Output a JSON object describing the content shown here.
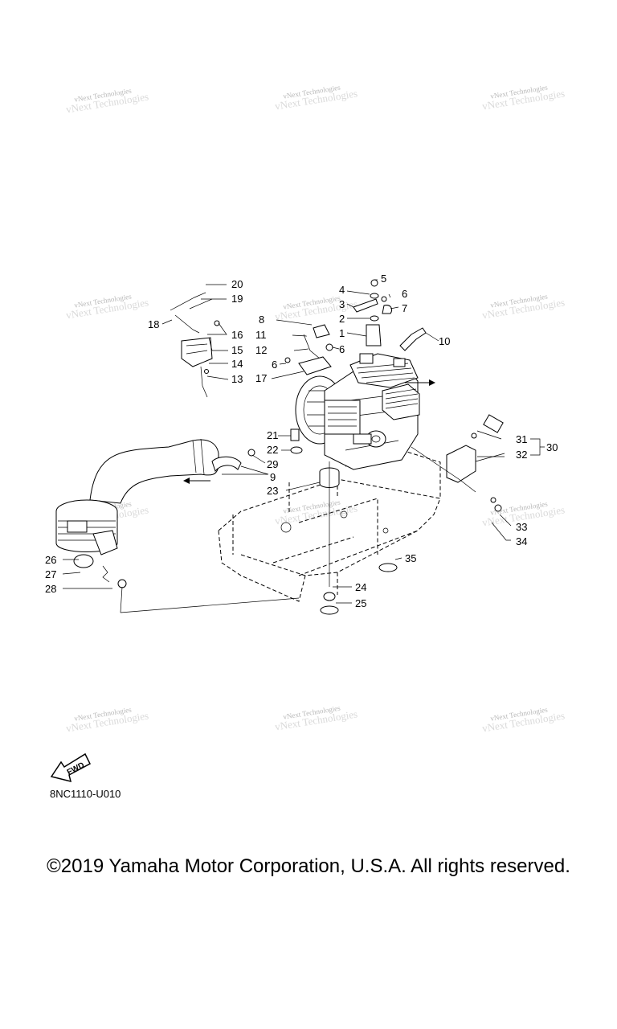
{
  "watermark": {
    "text": "vNext Technologies"
  },
  "callouts": {
    "c1": "1",
    "c2": "2",
    "c3": "3",
    "c4": "4",
    "c5": "5",
    "c6": "6",
    "c7": "7",
    "c8": "8",
    "c9": "9",
    "c10": "10",
    "c11": "11",
    "c12": "12",
    "c13": "13",
    "c14": "14",
    "c15": "15",
    "c16": "16",
    "c17": "17",
    "c18": "18",
    "c19": "19",
    "c20": "20",
    "c21": "21",
    "c22": "22",
    "c23": "23",
    "c24": "24",
    "c25": "25",
    "c26": "26",
    "c27": "27",
    "c28": "28",
    "c29": "29",
    "c30": "30",
    "c31": "31",
    "c32": "32",
    "c33": "33",
    "c34": "34",
    "c35": "35"
  },
  "fwd_badge": "FWD",
  "diagram_code": "8NC1110-U010",
  "copyright": "©2019 Yamaha Motor Corporation, U.S.A. All rights reserved."
}
